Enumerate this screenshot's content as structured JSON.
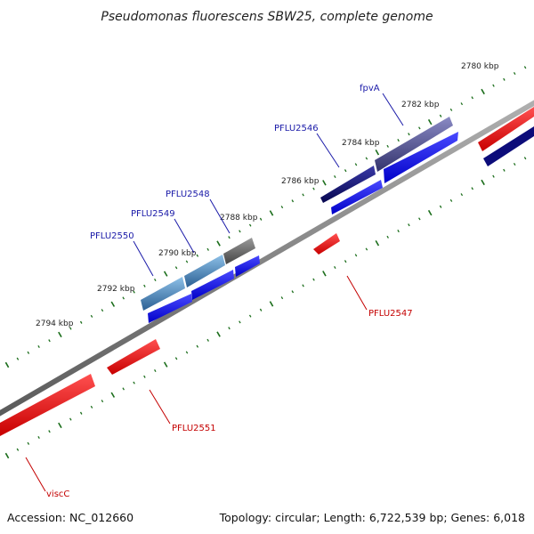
{
  "title": "Pseudomonas fluorescens SBW25, complete genome",
  "footer": {
    "accession": "Accession: NC_012660",
    "summary": "Topology: circular; Length: 6,722,539 bp; Genes: 6,018"
  },
  "ruler": {
    "ticks": [
      "2780 kbp",
      "2782 kbp",
      "2784 kbp",
      "2786 kbp",
      "2788 kbp",
      "2790 kbp",
      "2792 kbp",
      "2794 kbp"
    ]
  },
  "genes_forward": [
    "fpvA",
    "PFLU2546",
    "PFLU2548",
    "PFLU2549",
    "PFLU2550"
  ],
  "genes_reverse": [
    "PFLU2547",
    "PFLU2551",
    "viscC"
  ],
  "colors": {
    "backbone": "#8c8c8c",
    "forward_cds": "#1414ff",
    "reverse_cds": "#ff1414",
    "gene_navy": "#0c0c7a",
    "gene_slate": "#55558f",
    "gene_steel": "#4d86b8",
    "gene_grey": "#666666",
    "tick_green": "#1c6e1c"
  }
}
